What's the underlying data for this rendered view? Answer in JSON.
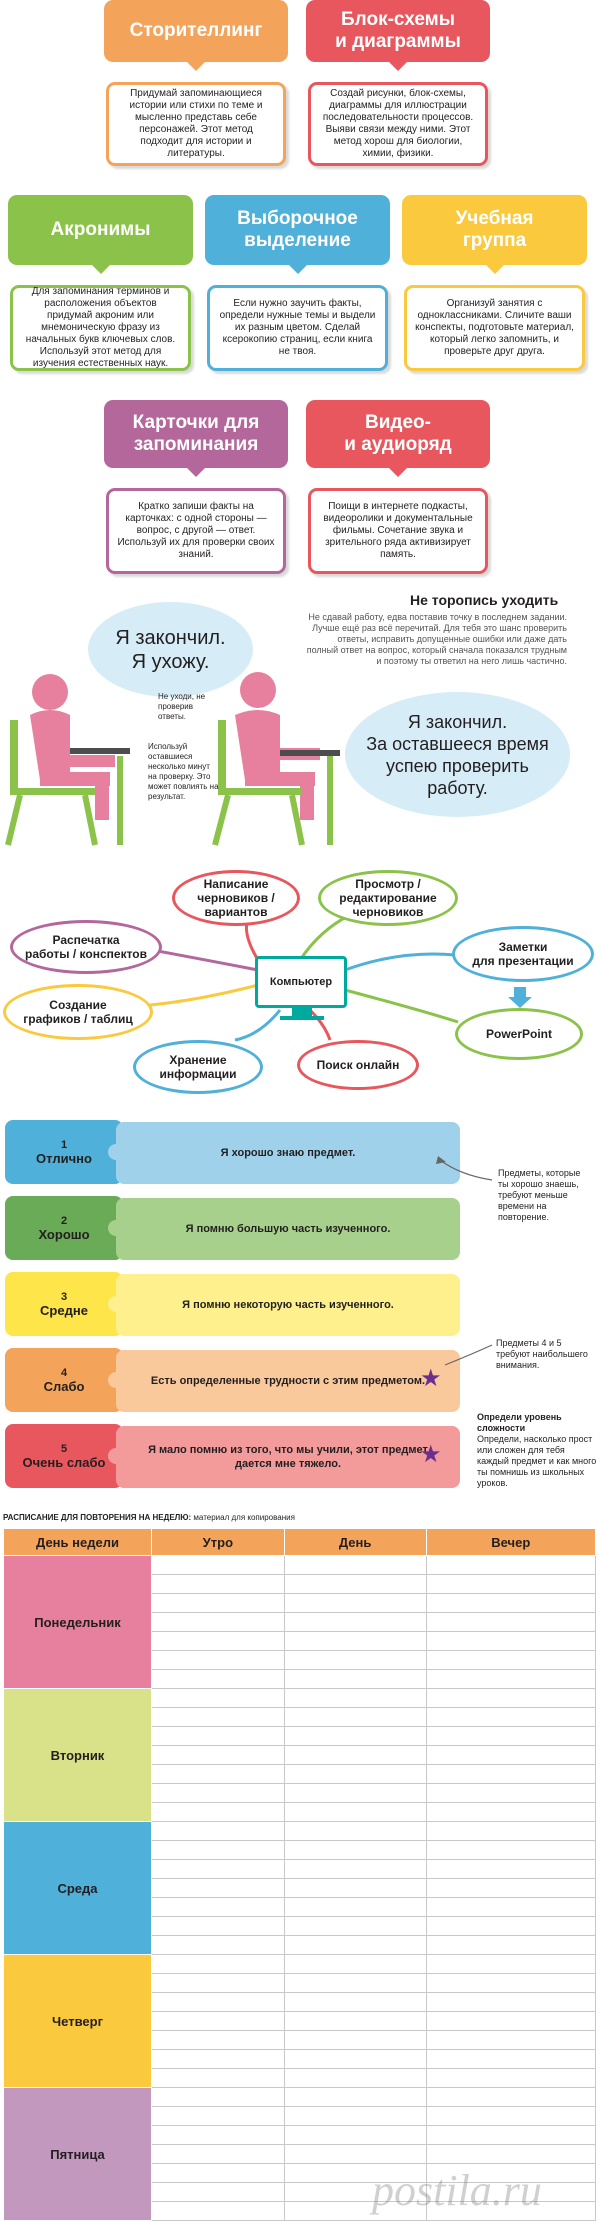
{
  "methods_row1": [
    {
      "title": "Сторителлинг",
      "body": "Придумай запоминающиеся истории или стихи по теме и мысленно представь себе персонажей. Этот метод подходит для истории и литературы.",
      "color": "#f4a45a"
    },
    {
      "title": "Блок-схемы\nи диаграммы",
      "body": "Создай рисунки, блок-схемы, диаграммы для иллюстрации последовательности процессов. Выяви связи между ними. Этот метод хорош для биологии, химии, физики.",
      "color": "#e8575d"
    }
  ],
  "methods_row2": [
    {
      "title": "Акронимы",
      "body": "Для запоминания терминов и расположения объектов придумай акроним или мнемоническую фразу из начальных букв ключевых слов. Используй этот метод для изучения естественных наук.",
      "color": "#8bc34a"
    },
    {
      "title": "Выборочное\nвыделение",
      "body": "Если нужно заучить факты, определи нужные темы и выдели их разным цветом. Сделай ксерокопию страниц, если книга не твоя.",
      "color": "#4fb0d9"
    },
    {
      "title": "Учебная\nгруппа",
      "body": "Организуй занятия с одноклассниками. Сличите ваши конспекты, подготовьте материал, который легко запомнить, и проверьте друг друга.",
      "color": "#fbc93e"
    }
  ],
  "methods_row3": [
    {
      "title": "Карточки для\nзапоминания",
      "body": "Кратко запиши факты на карточках: с одной стороны — вопрос, с другой — ответ. Используй их для проверки своих знаний.",
      "color": "#b3679b"
    },
    {
      "title": "Видео-\nи аудиоряд",
      "body": "Поищи в интернете подкасты, видеоролики и документальные фильмы. Сочетание звука и зрительного ряда активизирует память.",
      "color": "#e8575d"
    }
  ],
  "hurry": {
    "title": "Не торопись уходить",
    "text": "Не сдавай работу, едва поставив точку в последнем задании. Лучше ещё раз всё перечитай. Для тебя это шанс проверить ответы, исправить допущенные ошибки или даже дать полный ответ на вопрос, который сначала показался трудным и поэтому ты ответил на него лишь частично.",
    "bubble1": "Я закончил.\nЯ ухожу.",
    "bubble2": "Я закончил.\nЗа оставшееся время\nуспею проверить\nработу.",
    "note1": "Не уходи, не проверив ответы.",
    "note2": "Используй оставшиеся несколько минут на проверку. Это может повлиять на результат."
  },
  "computer": {
    "center": "Компьютер",
    "nodes": [
      "Написание\nчерновиков /\nвариантов",
      "Просмотр /\nредактирование\nчерновиков",
      "Распечатка\nработы / конспектов",
      "Заметки\nдля презентации",
      "Создание\nграфиков / таблиц",
      "PowerPoint",
      "Хранение\nинформации",
      "Поиск онлайн"
    ]
  },
  "levels": [
    {
      "num": "1",
      "label": "Отлично",
      "text": "Я хорошо знаю предмет.",
      "color": "#4fb0d9",
      "light": "#9fd2ea",
      "star": false
    },
    {
      "num": "2",
      "label": "Хорошо",
      "text": "Я помню большую часть изученного.",
      "color": "#6aab57",
      "light": "#a8d08d",
      "star": false
    },
    {
      "num": "3",
      "label": "Средне",
      "text": "Я помню некоторую часть изученного.",
      "color": "#fde54a",
      "light": "#fdf08d",
      "star": false
    },
    {
      "num": "4",
      "label": "Слабо",
      "text": "Есть определенные трудности с этим предметом.",
      "color": "#f4a45a",
      "light": "#f9c99b",
      "star": true
    },
    {
      "num": "5",
      "label": "Очень слабо",
      "text": "Я мало помню из того, что мы учили, этот предмет дается мне тяжело.",
      "color": "#e8575d",
      "light": "#f29b9a",
      "star": true
    }
  ],
  "level_notes": {
    "note1": "Предметы, которые ты хорошо знаешь, требуют меньше времени на повторение.",
    "note2": "Предметы 4 и 5 требуют наибольшего внимания.",
    "note3_title": "Определи уровень сложности",
    "note3": "Определи, насколько прост или сложен для тебя каждый предмет и как много ты помнишь из школьных уроков."
  },
  "schedule": {
    "caption_bold": "РАСПИСАНИЕ ДЛЯ ПОВТОРЕНИЯ НА НЕДЕЛЮ:",
    "caption_rest": " материал для копирования",
    "headers": [
      "День недели",
      "Утро",
      "День",
      "Вечер"
    ],
    "days": [
      {
        "name": "Понедельник",
        "color": "#e77f9e"
      },
      {
        "name": "Вторник",
        "color": "#d9e289"
      },
      {
        "name": "Среда",
        "color": "#4fb0d9"
      },
      {
        "name": "Четверг",
        "color": "#fbc93e"
      },
      {
        "name": "Пятница",
        "color": "#c398bf"
      }
    ]
  },
  "watermark": "postila.ru"
}
